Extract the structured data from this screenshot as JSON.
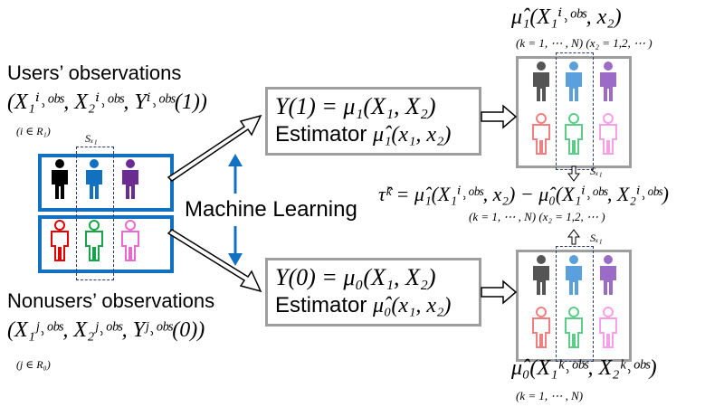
{
  "users": {
    "heading": "Users’ observations",
    "formula": "(X₁ⁱ˒ᵒᵇˢ, X₂ⁱ˒ᵒᵇˢ, Yⁱ˒ᵒᵇˢ(1))",
    "index": "(i ∈ R₁)"
  },
  "nonusers": {
    "heading": "Nonusers’ observations",
    "formula": "(X₁ʲ˒ᵒᵇˢ, X₂ʲ˒ᵒᵇˢ, Yʲ˒ᵒᵇˢ(0))",
    "index": "(j ∈ R₀)"
  },
  "sx1_label": "Sₓ₁",
  "machine_learning": "Machine Learning",
  "model1": {
    "line1": "Y(1) = μ₁(X₁, X₂)",
    "line2_prefix": "Estimator ",
    "line2_math": "μ̂₁(x₁, x₂)"
  },
  "model0": {
    "line1": "Y(0) = μ₀(X₁, X₂)",
    "line2_prefix": "Estimator ",
    "line2_math": "μ̂₀(x₁, x₂)"
  },
  "pred1": {
    "formula": "μ̂₁(X₁ⁱ˒ᵒᵇˢ, x₂)",
    "range": "(k = 1, ⋯ , N) (x₂ = 1,2, ⋯ )"
  },
  "pred0": {
    "formula": "μ̂₀(X₁ᵏ˒ᵒᵇˢ, X₂ᵏ˒ᵒᵇˢ)",
    "range": "(k = 1, ⋯ , N)"
  },
  "tau": {
    "formula": "τ̂ᵏ = μ̂₁(X₁ⁱ˒ᵒᵇˢ, x₂) − μ̂₀(X₁ⁱ˒ᵒᵇˢ, X₂ⁱ˒ᵒᵇˢ)",
    "range": "(k = 1, ⋯ , N) (x₂ = 1,2, ⋯ )"
  },
  "colors": {
    "blue_frame": "#1270c0",
    "gray_frame": "#9e9e9e",
    "arrow_blue": "#1270c0",
    "people_top": [
      "#000000",
      "#1270c0",
      "#6a2c91"
    ],
    "people_bottom": [
      "#e00000",
      "#16a34a",
      "#e86ad0"
    ],
    "pale_top": [
      "#555555",
      "#5aa0dc",
      "#9a6cc8"
    ],
    "pale_bottom": [
      "#f08080",
      "#5ccc88",
      "#f7a0e6"
    ]
  }
}
